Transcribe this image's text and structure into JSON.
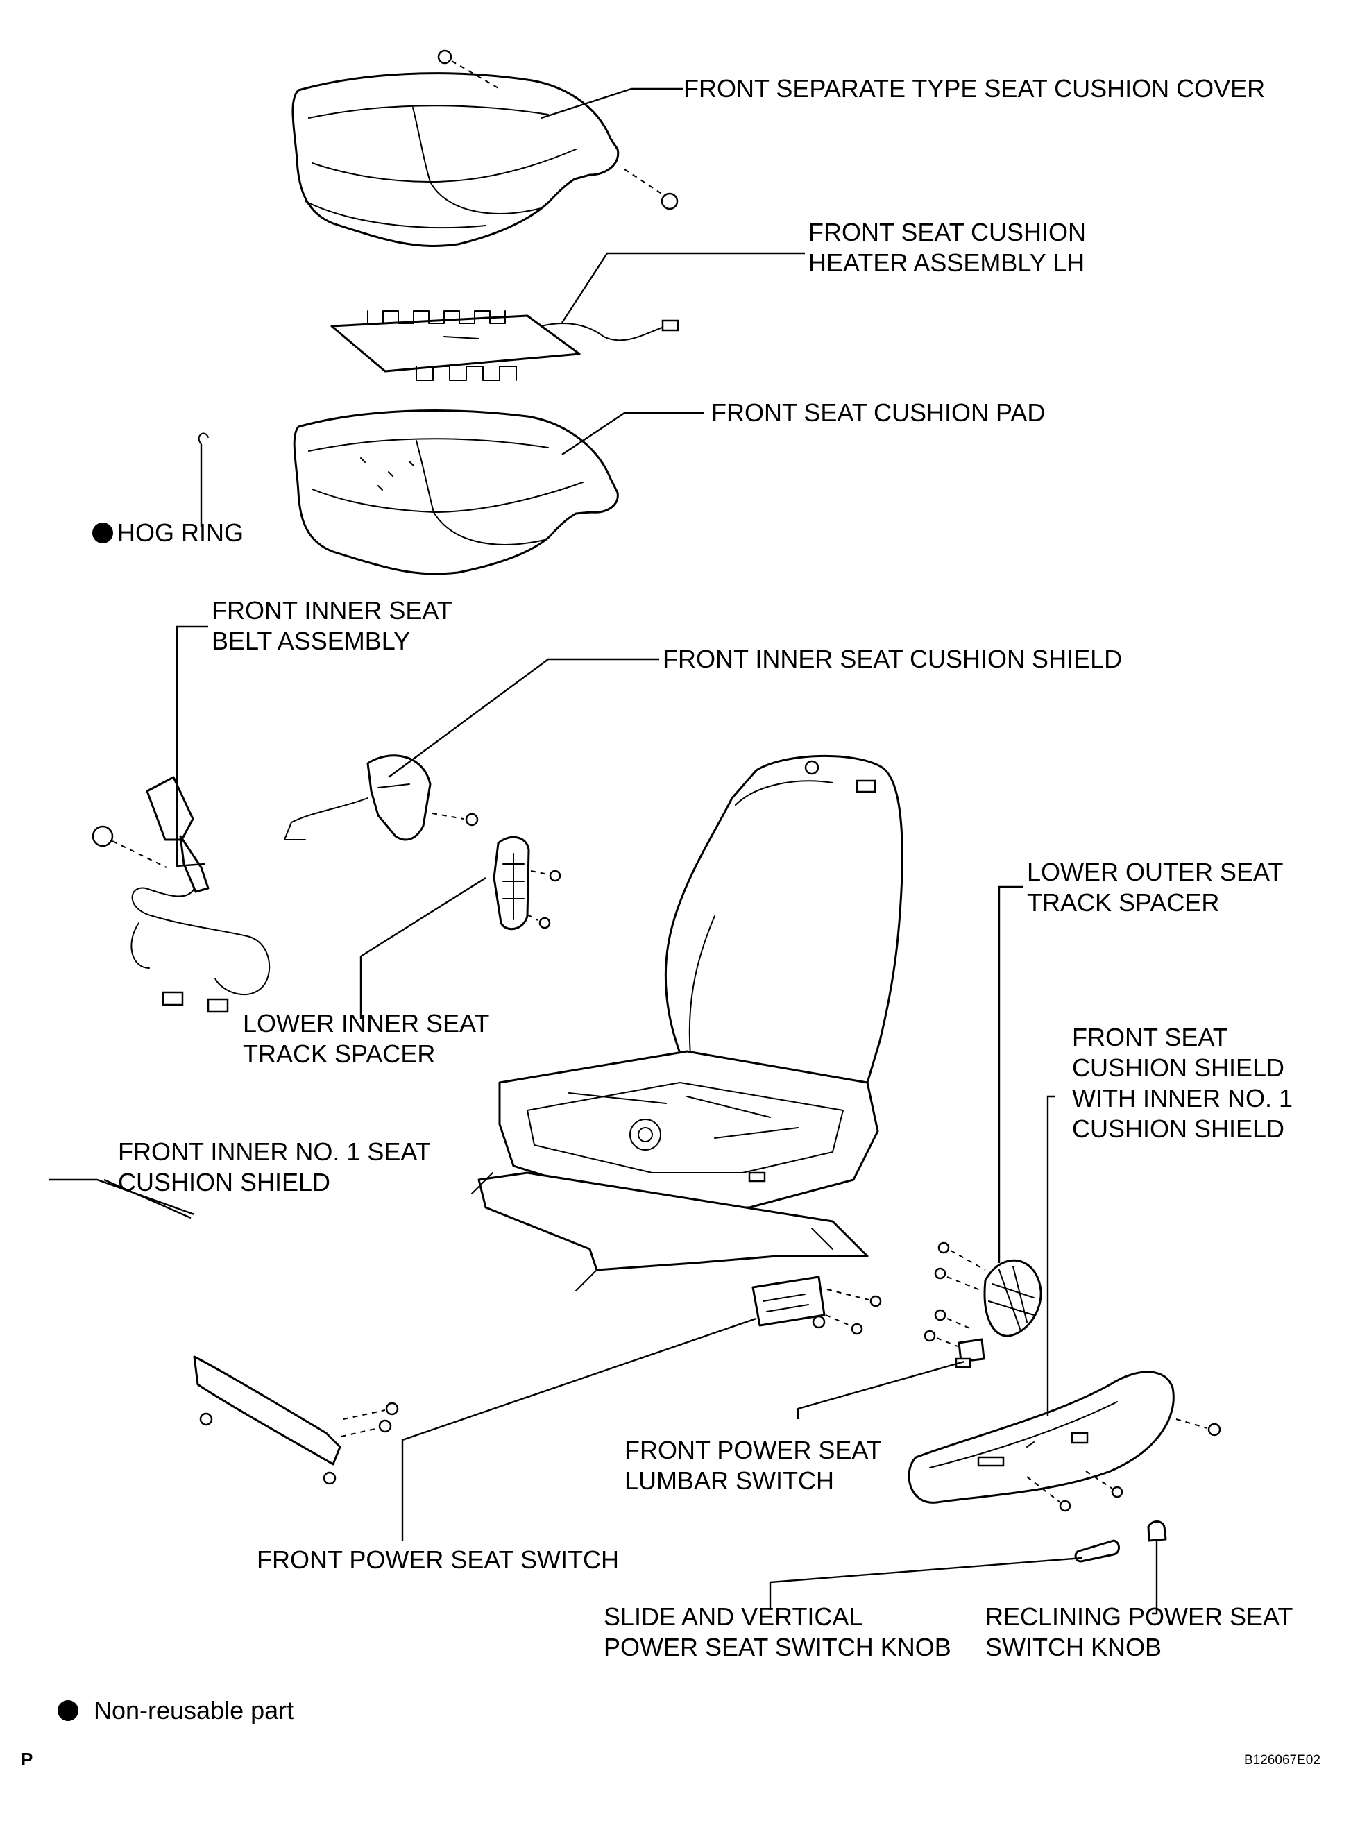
{
  "labels": {
    "seat_cushion_cover": "FRONT SEPARATE TYPE SEAT CUSHION COVER",
    "cushion_heater": [
      "FRONT SEAT CUSHION",
      "HEATER ASSEMBLY LH"
    ],
    "cushion_pad": "FRONT SEAT CUSHION PAD",
    "hog_ring": "HOG RING",
    "inner_seat_belt": [
      "FRONT INNER SEAT",
      "BELT ASSEMBLY"
    ],
    "inner_cushion_shield": "FRONT INNER SEAT CUSHION SHIELD",
    "lower_outer_spacer": [
      "LOWER OUTER SEAT",
      "TRACK SPACER"
    ],
    "lower_inner_spacer": [
      "LOWER INNER SEAT",
      "TRACK SPACER"
    ],
    "cushion_shield_with_inner": [
      "FRONT SEAT",
      "CUSHION SHIELD",
      "WITH INNER NO. 1",
      "CUSHION SHIELD"
    ],
    "inner_no1_shield": [
      "FRONT INNER NO. 1 SEAT",
      "CUSHION SHIELD"
    ],
    "lumbar_switch": [
      "FRONT POWER SEAT",
      "LUMBAR SWITCH"
    ],
    "power_seat_switch": "FRONT POWER SEAT SWITCH",
    "slide_knob": [
      "SLIDE AND VERTICAL",
      "POWER SEAT SWITCH KNOB"
    ],
    "reclining_knob": [
      "RECLINING POWER SEAT",
      "SWITCH KNOB"
    ]
  },
  "legend": {
    "non_reusable": "Non-reusable part"
  },
  "footer": {
    "page_mark": "P",
    "figure_code": "B126067E02"
  }
}
